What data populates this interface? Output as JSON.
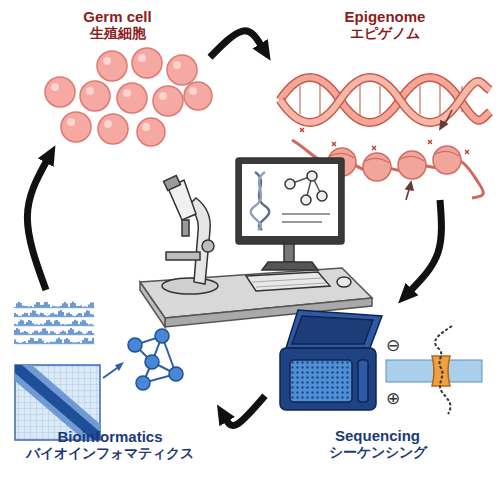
{
  "diagram": {
    "nodes": [
      {
        "text": [
          "Germ cell",
          "生殖細胞"
        ]
      },
      {
        "text": [
          "Epigenome",
          "エピゲノム"
        ]
      },
      {
        "text": [
          "Sequencing",
          "シーケンシング"
        ]
      },
      {
        "text": [
          "Bioinformatics",
          "バイオインフォマティクス"
        ]
      }
    ],
    "edges": [
      {
        "from": 0,
        "to": 1,
        "arrow": "to"
      },
      {
        "from": 1,
        "to": 2,
        "arrow": "to"
      },
      {
        "from": 2,
        "to": 3,
        "arrow": "to"
      },
      {
        "from": 3,
        "to": 0,
        "arrow": "to"
      }
    ],
    "labels": [
      "⊖",
      "⊕"
    ]
  }
}
